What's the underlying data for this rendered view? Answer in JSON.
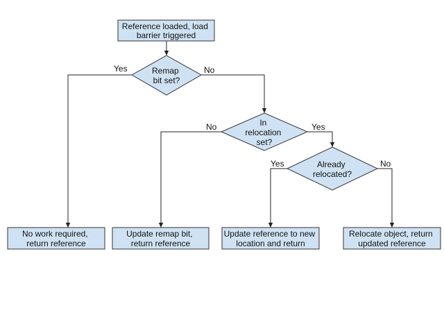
{
  "colors": {
    "node_fill": "#cfe2f3",
    "node_stroke": "#333333",
    "edge": "#222222"
  },
  "nodes": {
    "start": [
      "Reference loaded, load",
      "barrier triggered"
    ],
    "remap_check": [
      "Remap",
      "bit set?"
    ],
    "relocation_check": [
      "In",
      "relocation",
      "set?"
    ],
    "relocated_check": [
      "Already",
      "relocated?"
    ],
    "no_work": [
      "No work required,",
      "return reference"
    ],
    "update_remap": [
      "Update remap bit,",
      "return reference"
    ],
    "update_reference": [
      "Update reference to new",
      "location and return"
    ],
    "relocate_object": [
      "Relocate object, return",
      "updated reference"
    ]
  },
  "edge_labels": {
    "remap_yes": "Yes",
    "remap_no": "No",
    "relocation_no": "No",
    "relocation_yes": "Yes",
    "relocated_yes": "Yes",
    "relocated_no": "No"
  }
}
